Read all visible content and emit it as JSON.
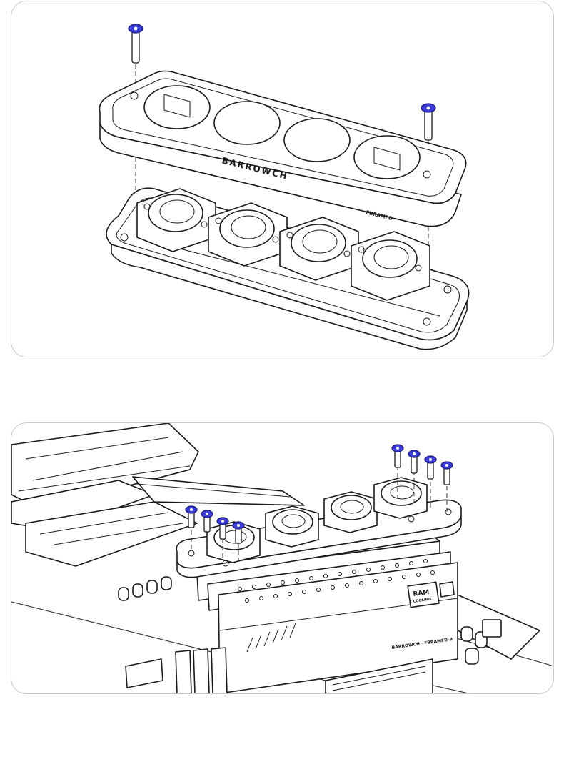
{
  "diagram": {
    "top_panel": {
      "brand_label": "BARROWCH",
      "model_label": "FBRAMFD"
    },
    "bottom_panel": {
      "ram_label": "RAM",
      "cooling_label": "COOLING",
      "board_label": "BARROWCH · FBRAMFD-B"
    }
  },
  "colors": {
    "screw": "#3b3bd6",
    "outline": "#1a1a1a",
    "panel_border": "#c8c8c8"
  }
}
